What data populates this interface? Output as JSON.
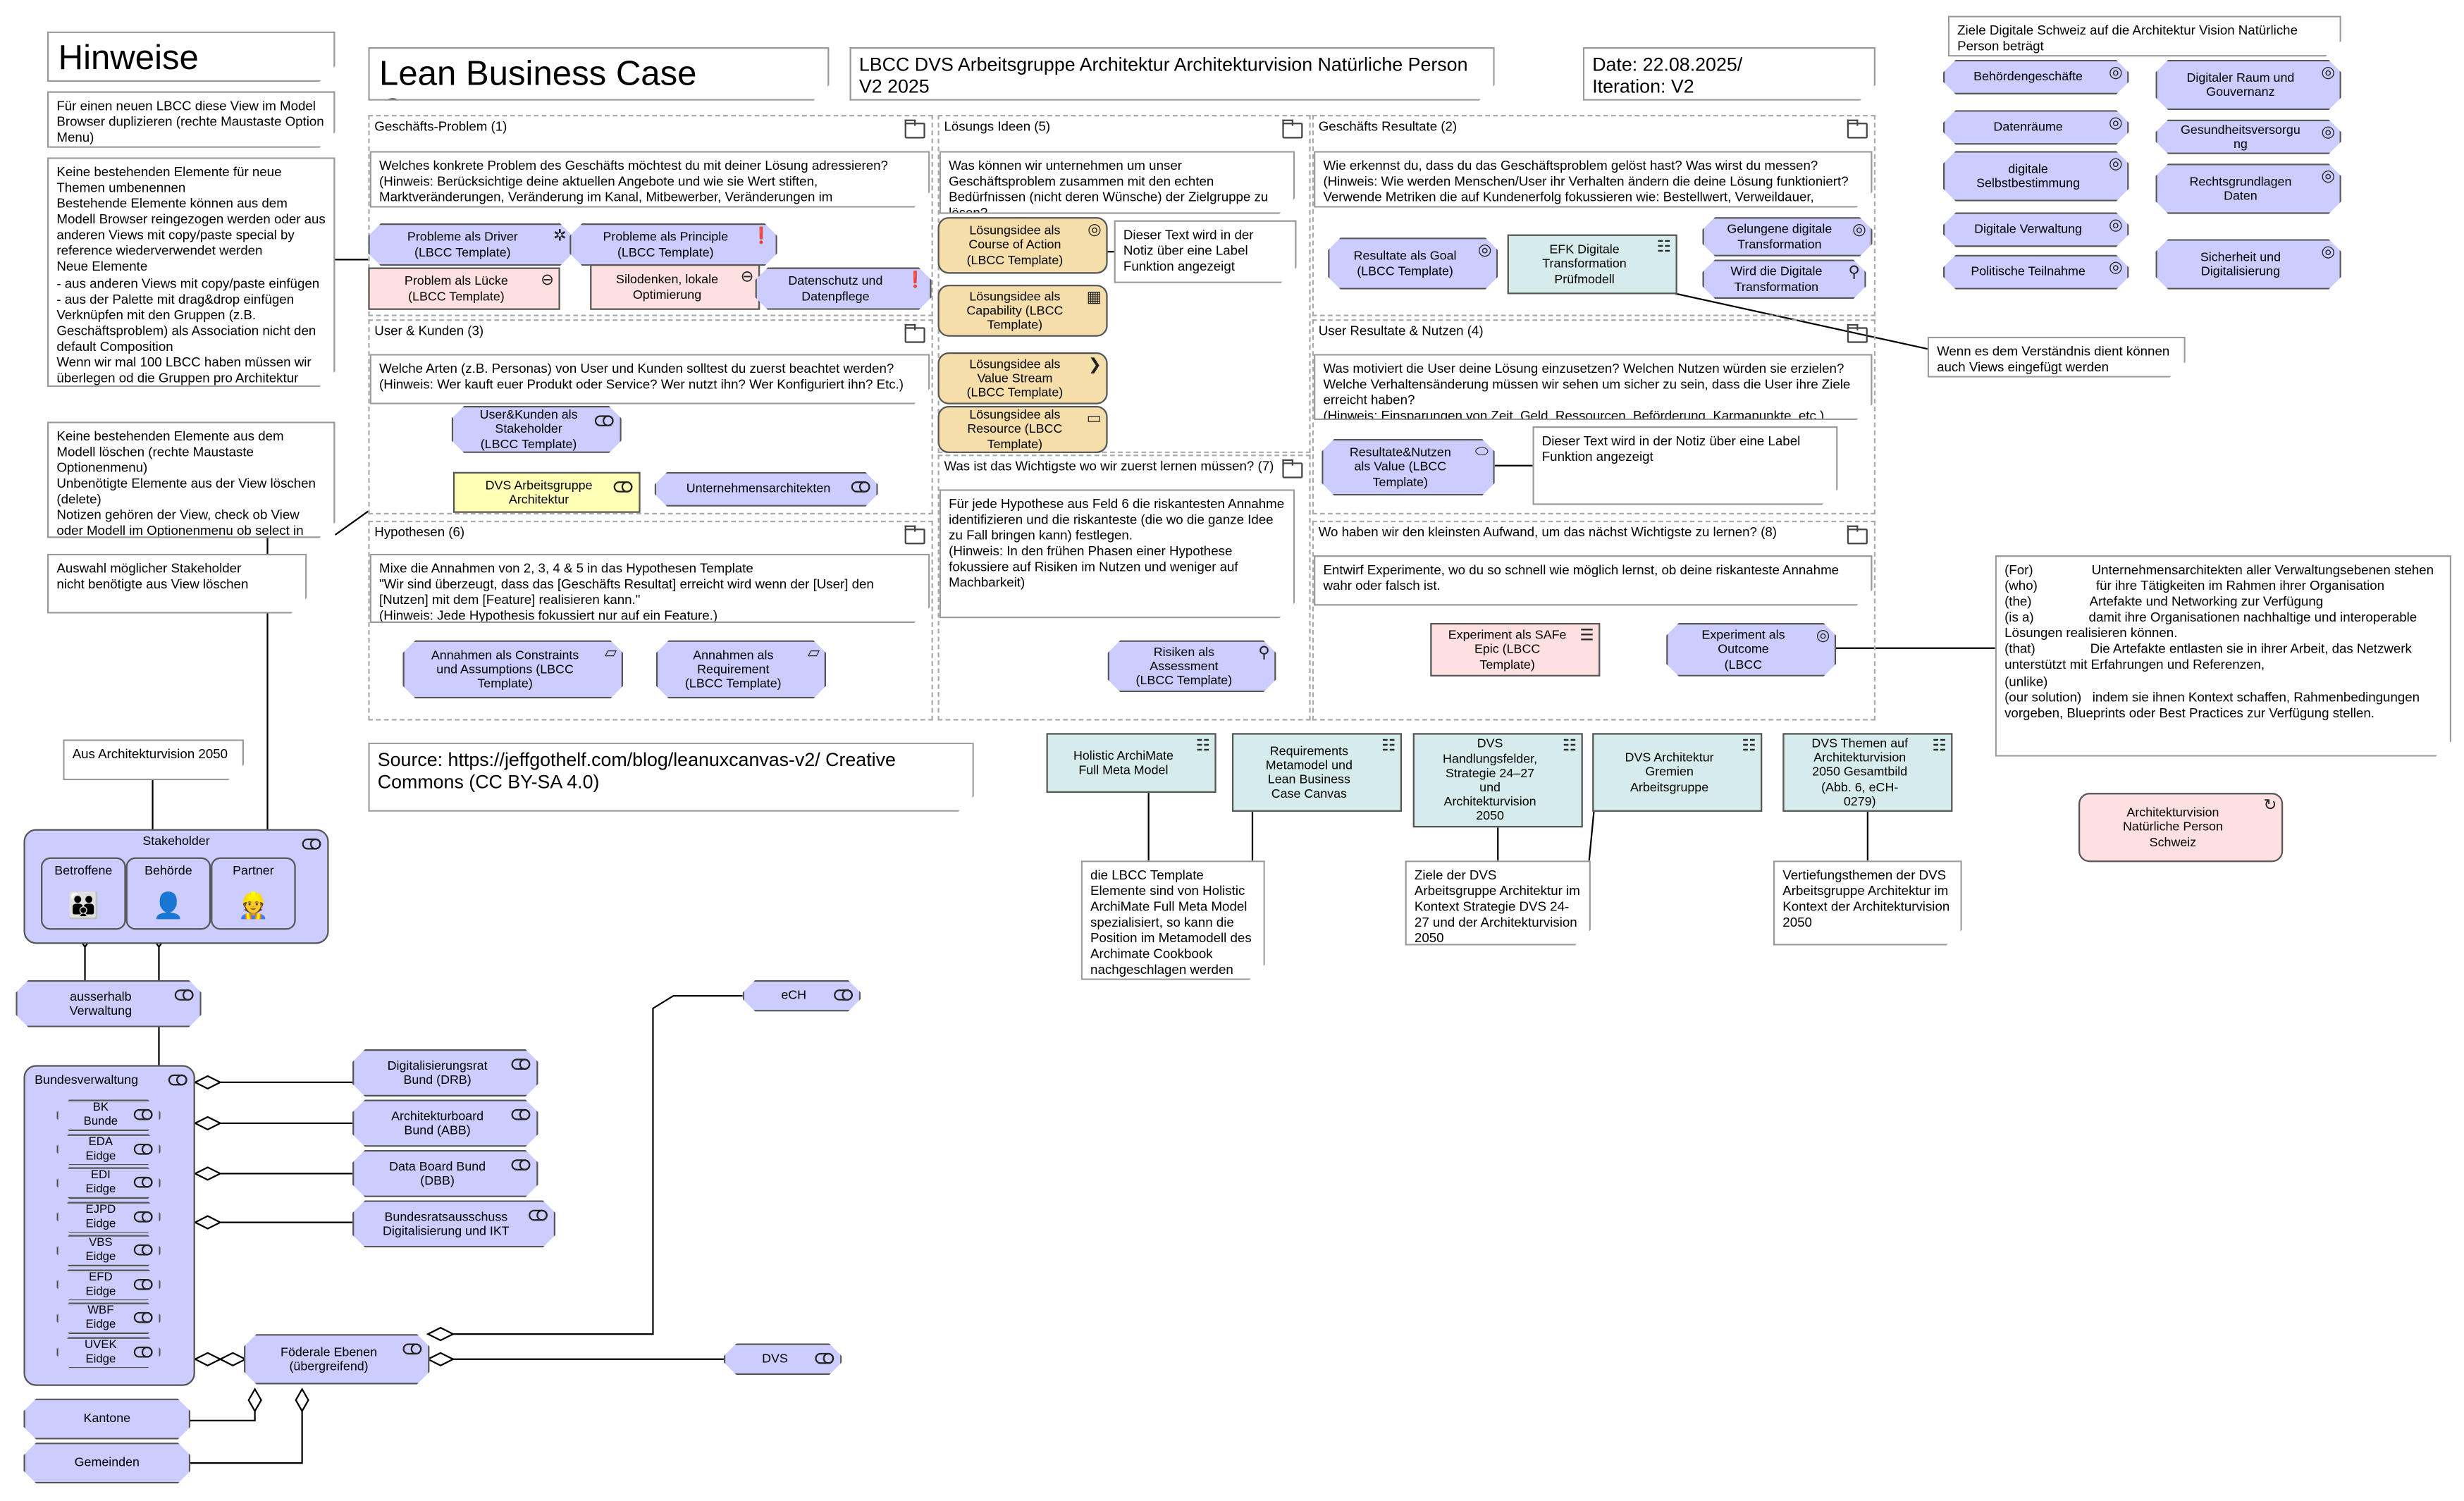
{
  "canvas_title": "Lean Business Case Canvas",
  "subtitle": "LBCC DVS Arbeitsgruppe Architektur Architekturvision Natürliche Person V2 2025",
  "date": "Date: 22.08.2025/\nIteration: V2",
  "source": "Source: https://jeffgothelf.com/blog/leanuxcanvas-v2/ Creative Commons (CC BY-SA 4.0)",
  "hints": {
    "title": "Hinweise",
    "n1": "Für einen neuen LBCC diese View im Model Browser duplizieren (rechte Maustaste Option Menu)",
    "n2": "Keine bestehenden Elemente für neue Themen umbenennen\nBestehende Elemente können aus dem Modell Browser reingezogen werden oder aus anderen Views mit copy/paste special by reference wiederverwendet werden\nNeue Elemente\n- aus anderen Views mit copy/paste einfügen\n- aus der Palette mit drag&drop einfügen\nVerknüpfen mit den Gruppen (z.B. Geschäftsproblem) als Association nicht den default Composition\nWenn wir mal 100 LBCC haben müssen wir überlegen od die Gruppen pro Architektur Vision gruppiert werden sollen",
    "n3": "Keine bestehenden Elemente aus dem Modell löschen (rechte Maustaste Optionenmenu)\nUnbenötigte Elemente aus der View löschen (delete)\nNotizen gehören der View, check ob View oder Modell im Optionenmenu ob select in model tree aktiv ist",
    "n4": "Auswahl möglicher Stakeholder\nnicht benötigte aus View löschen",
    "n5": "Aus Architekturvision 2050"
  },
  "groups": {
    "g1": {
      "label": "Geschäfts-Problem (1)",
      "question": "Welches konkrete Problem des Geschäfts möchtest du mit deiner Lösung adressieren?\n(Hinweis: Berücksichtige deine aktuellen Angebote und wie sie Wert stiften, Marktveränderungen, Veränderung im Kanal, Mitbewerber, Veränderungen im Kundenverhalten.)"
    },
    "g3": {
      "label": "User & Kunden (3)",
      "question": "Welche Arten (z.B. Personas) von User und Kunden solltest du zuerst beachtet werden?\n(Hinweis: Wer kauft euer Produkt oder Service? Wer nutzt ihn? Wer Konfiguriert ihn? Etc.)"
    },
    "g6": {
      "label": "Hypothesen (6)",
      "question": "Mixe die Annahmen von 2, 3, 4 & 5 in das Hypothesen Template\n\"Wir sind überzeugt, dass das [Geschäfts Resultat] erreicht wird wenn der [User] den [Nutzen] mit dem [Feature] realisieren kann.\"\n(Hinweis: Jede Hypothesis fokussiert nur auf ein Feature.)"
    },
    "g5": {
      "label": "Lösungs Ideen (5)",
      "question": "Was können wir unternehmen um unser Geschäftsproblem zusammen mit den echten Bedürfnissen (nicht deren Wünsche) der Zielgruppe zu lösen?\nFühre Produkte, Features oder Verbesserungen hier auf."
    },
    "g7": {
      "label": "Was ist das Wichtigste wo wir zuerst lernen müssen? (7)",
      "question": "Für jede Hypothese aus Feld 6 die riskantesten Annahme identifizieren und die riskanteste (die wo die ganze Idee zu Fall bringen kann) festlegen.\n(Hinweis: In den frühen Phasen einer Hypothese fokussiere auf Risiken im Nutzen und weniger auf Machbarkeit)"
    },
    "g2": {
      "label": "Geschäfts Resultate (2)",
      "question": "Wie erkennst du, dass du das Geschäftsproblem gelöst hast? Was wirst du messen?\n(Hinweis: Wie werden Menschen/User ihr Verhalten ändern die deine Lösung funktioniert? Verwende Metriken die auf Kundenerfolg fokussieren wie: Bestellwert, Verweildauer, Verbleibquote.)"
    },
    "g4": {
      "label": "User Resultate & Nutzen (4)",
      "question": "Was motiviert die User deine Lösung einzusetzen? Welchen Nutzen würden sie erzielen? Welche Verhaltensänderung müssen wir sehen um sicher zu sein, dass die User ihre Ziele erreicht haben?\n(Hinweis: Einsparungen von Zeit, Geld, Ressourcen, Beförderung, Karmapunkte, etc.)"
    },
    "g8": {
      "label": "Wo haben wir den kleinsten Aufwand, um das nächst Wichtigste zu lernen? (8)",
      "question": "Entwirf Experimente, wo du so schnell wie möglich lernst, ob deine riskanteste Annahme wahr oder falsch ist."
    }
  },
  "elements": {
    "driver": "Probleme als Driver\n(LBCC Template)",
    "principle": "Probleme als Principle\n(LBCC Template)",
    "gap": "Problem als Lücke\n(LBCC Template)",
    "silo": "Silodenken, lokale\nOptimierung",
    "datenschutz": "Datenschutz und\nDatenpflege",
    "stakeholder_tpl": "User&Kunden als\nStakeholder\n(LBCC Template)",
    "dvs_ag": "DVS Arbeitsgruppe\nArchitektur",
    "unternehmensarch": "Unternehmensarchitekten",
    "constraints": "Annahmen als Constraints\nund Assumptions (LBCC\nTemplate)",
    "requirement": "Annahmen als\nRequirement\n(LBCC Template)",
    "course": "Lösungsidee als\nCourse of Action\n(LBCC Template)",
    "capability": "Lösungsidee als\nCapability (LBCC\nTemplate)",
    "valuestream": "Lösungsidee als\nValue Stream\n(LBCC Template)",
    "resource": "Lösungsidee als\nResource (LBCC\nTemplate)",
    "label_note1": "Dieser Text wird in der Notiz über eine Label Funktion angezeigt",
    "risiken": "Risiken als\nAssessment\n(LBCC Template)",
    "resultate_goal": "Resultate als Goal\n(LBCC Template)",
    "efk": "EFK Digitale\nTransformation\nPrüfmodell",
    "gelungene": "Gelungene digitale\nTransformation",
    "wird": "Wird die Digitale\nTransformation",
    "resultate_value": "Resultate&Nutzen\nals Value (LBCC\nTemplate)",
    "label_note2": "Dieser Text wird in der Notiz über eine Label Funktion angezeigt",
    "experiment_epic": "Experiment als SAFe\nEpic (LBCC\nTemplate)",
    "experiment_outcome": "Experiment als\nOutcome\n(LBCC",
    "holistic": "Holistic ArchiMate\nFull Meta Model",
    "requirements_meta": "Requirements\nMetamodel und\nLean Business\nCase Canvas",
    "dvs_hf": "DVS\nHandlungsfelder,\nStrategie 24–27\nund\nArchitekturvision\n2050",
    "dvs_gremien": "DVS Architektur\nGremien\nArbeitsgruppe",
    "dvs_themen": "DVS Themen auf\nArchitekturvision\n2050 Gesamtbild\n(Abb. 6, eCH-\n0279)",
    "arch_vision": "Architekturvision\nNatürliche Person\nSchweiz"
  },
  "notes_bottom": {
    "holistic_note": "die LBCC Template Elemente sind von Holistic ArchiMate Full Meta Model spezialisiert, so kann die Position im Metamodell des Archimate Cookbook nachgeschlagen werden",
    "ziele_note": "Ziele der DVS Arbeitsgruppe Architektur im Kontext Strategie DVS 24-27 und der Architekturvision 2050",
    "vertiefung_note": "Vertiefungsthemen der DVS Arbeitsgruppe Architektur im Kontext der Architekturvision 2050",
    "views_note": "Wenn es dem Verständnis dient können auch Views eingefügt werden"
  },
  "goals": {
    "header": "Ziele Digitale Schweiz auf die Architektur Vision Natürliche Person beträgt",
    "items": [
      "Behördengeschäfte",
      "Digitaler Raum und\nGouvernanz",
      "Datenräume",
      "Gesundheitsversorgu\nng",
      "digitale\nSelbstbestimmung",
      "Rechtsgrundlagen\nDaten",
      "Digitale Verwaltung",
      "Sicherheit und\nDigitalisierung",
      "Politische Teilnahme"
    ]
  },
  "statement": "(For)                Unternehmensarchitekten aller Verwaltungsebenen stehen\n(who)                für ihre Tätigkeiten im Rahmen ihrer Organisation\n(the)                Artefakte und Networking zur Verfügung\n(is a)               damit ihre Organisationen nachhaltige und interoperable Lösungen realisieren können.\n(that)               Die Artefakte entlasten sie in ihrer Arbeit, das Netzwerk unterstützt mit Erfahrungen und Referenzen,\n(unlike)\n(our solution)   indem sie ihnen Kontext schaffen, Rahmenbedingungen vorgeben, Blueprints oder Best Practices zur Verfügung stellen.",
  "stakeholders": {
    "stakeholder": "Stakeholder",
    "betroffene": "Betroffene",
    "behoerde": "Behörde",
    "partner": "Partner",
    "ausserhalb": "ausserhalb\nVerwaltung",
    "bundesverwaltung": "Bundesverwaltung",
    "departments": [
      "BK\nBunde",
      "EDA\nEidge",
      "EDI\nEidge",
      "EJPD\nEidge",
      "VBS\nEidge",
      "EFD\nEidge",
      "WBF\nEidge",
      "UVEK\nEidge"
    ],
    "drb": "Digitalisierungsrat\nBund (DRB)",
    "abb": "Architekturboard\nBund (ABB)",
    "dbb": "Data Board Bund\n(DBB)",
    "bundesrat": "Bundesratsausschuss\nDigitalisierung und IKT",
    "foederale": "Föderale Ebenen\n(übergreifend)",
    "kantone": "Kantone",
    "gemeinden": "Gemeinden",
    "ech": "eCH",
    "dvs": "DVS"
  },
  "colors": {
    "motivation": "#ccccff",
    "strategy": "#f5deaa",
    "implementation": "#ffe0e0",
    "application": "#d6ecec",
    "business": "#ffffb5"
  }
}
